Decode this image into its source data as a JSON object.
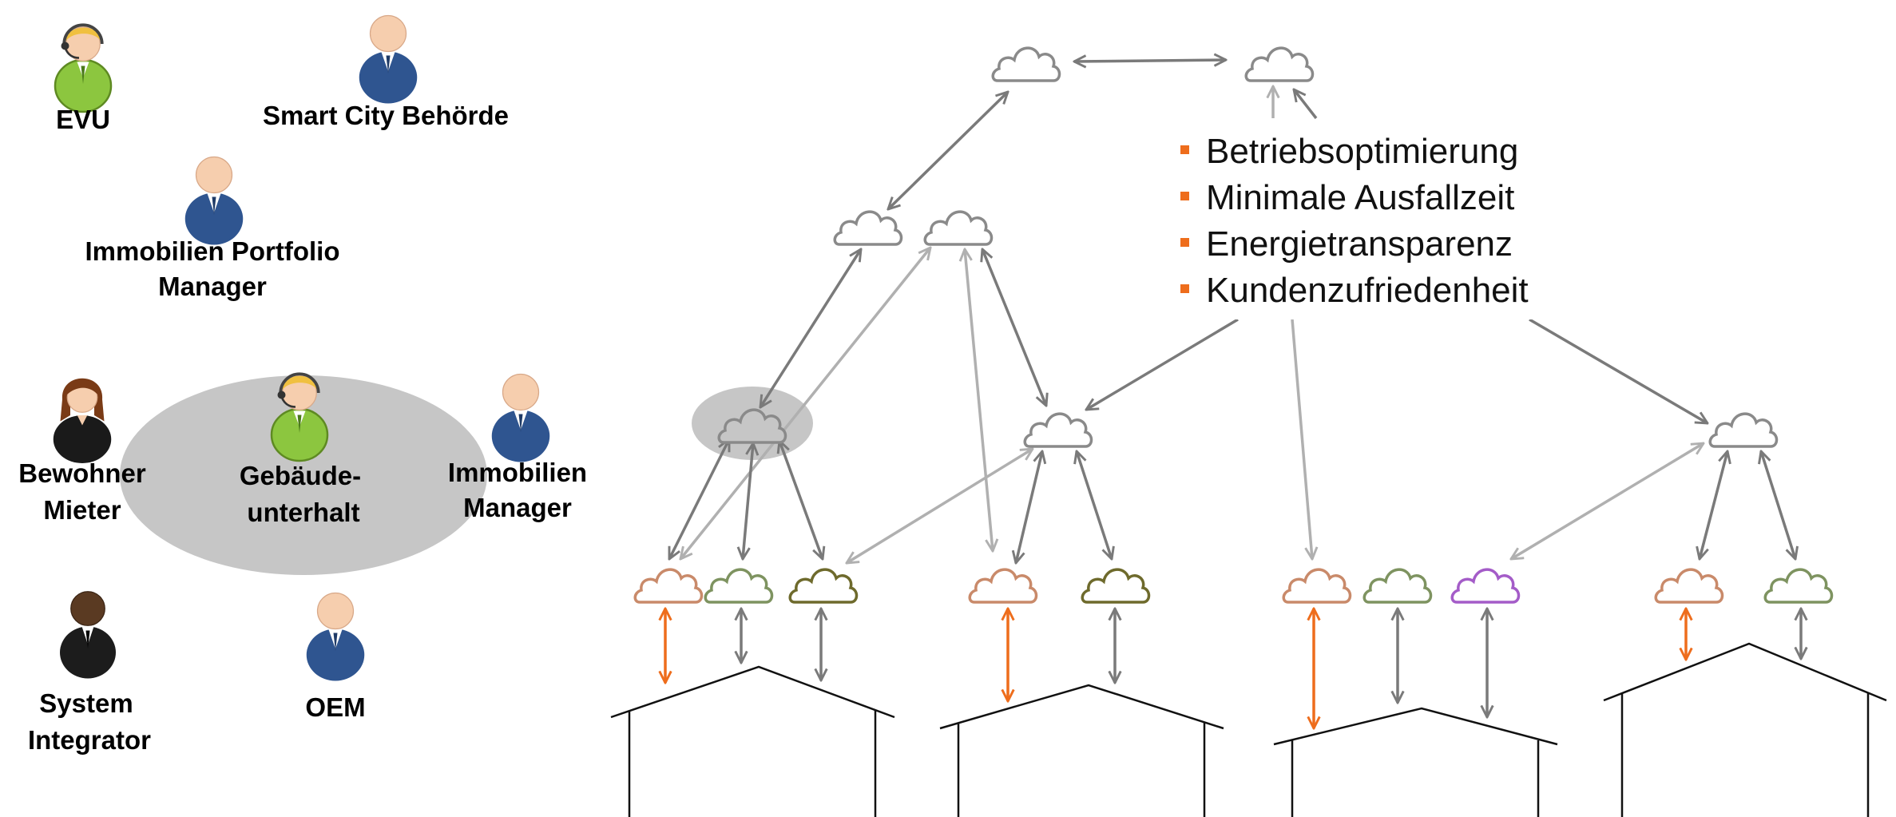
{
  "actors": [
    {
      "id": "evu",
      "label_lines": [
        "EVU"
      ],
      "figure": "man-headset-green"
    },
    {
      "id": "smart-city",
      "label_lines": [
        "Smart City Behörde"
      ],
      "figure": "man-blue-suit"
    },
    {
      "id": "portfolio",
      "label_lines": [
        "Immobilien Portfolio",
        "Manager"
      ],
      "figure": "man-blue-suit"
    },
    {
      "id": "bewohner",
      "label_lines": [
        "Bewohner",
        "Mieter"
      ],
      "figure": "woman-black"
    },
    {
      "id": "gebaeude",
      "label_lines": [
        "Gebäude-",
        "unterhalt"
      ],
      "figure": "woman-headset-green"
    },
    {
      "id": "immo-manager",
      "label_lines": [
        "Immobilien",
        "Manager"
      ],
      "figure": "man-blue-suit"
    },
    {
      "id": "integrator",
      "label_lines": [
        "System",
        "Integrator"
      ],
      "figure": "man-black-suit"
    },
    {
      "id": "oem",
      "label_lines": [
        "OEM"
      ],
      "figure": "man-blue-suit"
    }
  ],
  "highlight_group": [
    "bewohner",
    "gebaeude",
    "immo-manager"
  ],
  "benefits": [
    "Betriebsoptimierung",
    "Minimale Ausfallzeit",
    "Energietransparenz",
    "Kundenzufriedenheit"
  ],
  "colors": {
    "accent": "#ee6d1c",
    "cloud_gray": "#8a8a8a",
    "arrow_dark": "#7a7a7a",
    "arrow_light": "#b0b0b0",
    "cloud_orange_outline": "#c98a6a",
    "cloud_green_outline": "#7e9360",
    "cloud_olive_outline": "#6e6a2c",
    "cloud_purple_outline": "#a45cc8",
    "highlight_fill": "#c6c6c6",
    "blue_suit": "#2f5590",
    "green_jacket": "#8cc63f",
    "skin": "#f6ceae"
  },
  "icons": [
    "cloud-icon",
    "person-icon",
    "house-outline"
  ]
}
